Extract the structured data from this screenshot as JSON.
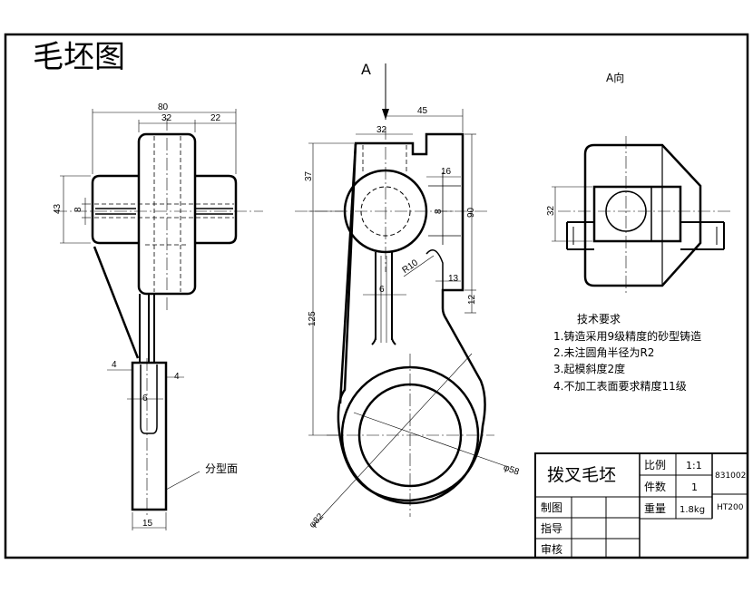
{
  "drawing": {
    "title": "毛坯图",
    "title_color": "#e00000",
    "line_color": "#000000"
  },
  "views": {
    "view_a_marker": "A",
    "view_a_title": "A向"
  },
  "dimensions": {
    "left": {
      "d80": "80",
      "d32": "32",
      "d22": "22",
      "d43": "43",
      "d8": "8",
      "d4a": "4",
      "d4b": "4",
      "d6": "6",
      "d15": "15"
    },
    "middle": {
      "d45": "45",
      "d32": "32",
      "d37": "37",
      "d16": "16",
      "d8": "8",
      "d90": "90",
      "r10": "R10",
      "d13": "13",
      "d12": "12",
      "d6": "6",
      "d125": "125",
      "phi58": "φ58",
      "phi82": "φ82"
    },
    "right": {
      "d32": "32"
    }
  },
  "labels": {
    "parting_surface": "分型面"
  },
  "tech_requirements": {
    "heading": "技术要求",
    "items": [
      "1.铸造采用9级精度的砂型铸造",
      "2.未注圆角半径为R2",
      "3.起模斜度2度",
      "4.不加工表面要求精度11级"
    ]
  },
  "title_block": {
    "part_name": "拨叉毛坯",
    "scale_label": "比例",
    "scale_value": "1:1",
    "count_label": "件数",
    "count_value": "1",
    "weight_label": "重量",
    "weight_value": "1.8kg",
    "drawing_number": "831002",
    "material": "HT200",
    "drawn_by_label": "制图",
    "guide_label": "指导",
    "review_label": "审核"
  }
}
